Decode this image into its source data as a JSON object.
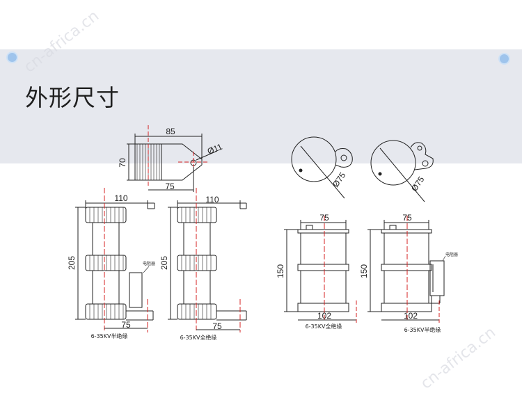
{
  "slide": {
    "title": "外形尺寸"
  },
  "watermark": "cn-africa.cn",
  "colors": {
    "band": "#e6e8ee",
    "accent_dot": "#9fc4ec",
    "centerline": "#d42020",
    "line": "#222222"
  },
  "drawings": {
    "top_view_1": {
      "width": "85",
      "height": "70",
      "base": "75",
      "hole": "Ø11"
    },
    "front_view_1": {
      "width": "110",
      "height": "205",
      "base": "75",
      "caption": "6-35KV半绝缘",
      "device_label": "电阻器"
    },
    "front_view_2": {
      "width": "110",
      "height": "205",
      "base": "75",
      "caption": "6-35KV全绝缘"
    },
    "circle_view_1": {
      "diameter": "Ø75"
    },
    "circle_view_2": {
      "diameter": "Ø75"
    },
    "side_view_1": {
      "top": "75",
      "height": "150",
      "base": "102",
      "caption": "6-35KV全绝缘"
    },
    "side_view_2": {
      "top": "75",
      "height": "150",
      "base": "102",
      "caption": "6-35KV半绝缘",
      "device_label": "电阻器"
    }
  }
}
